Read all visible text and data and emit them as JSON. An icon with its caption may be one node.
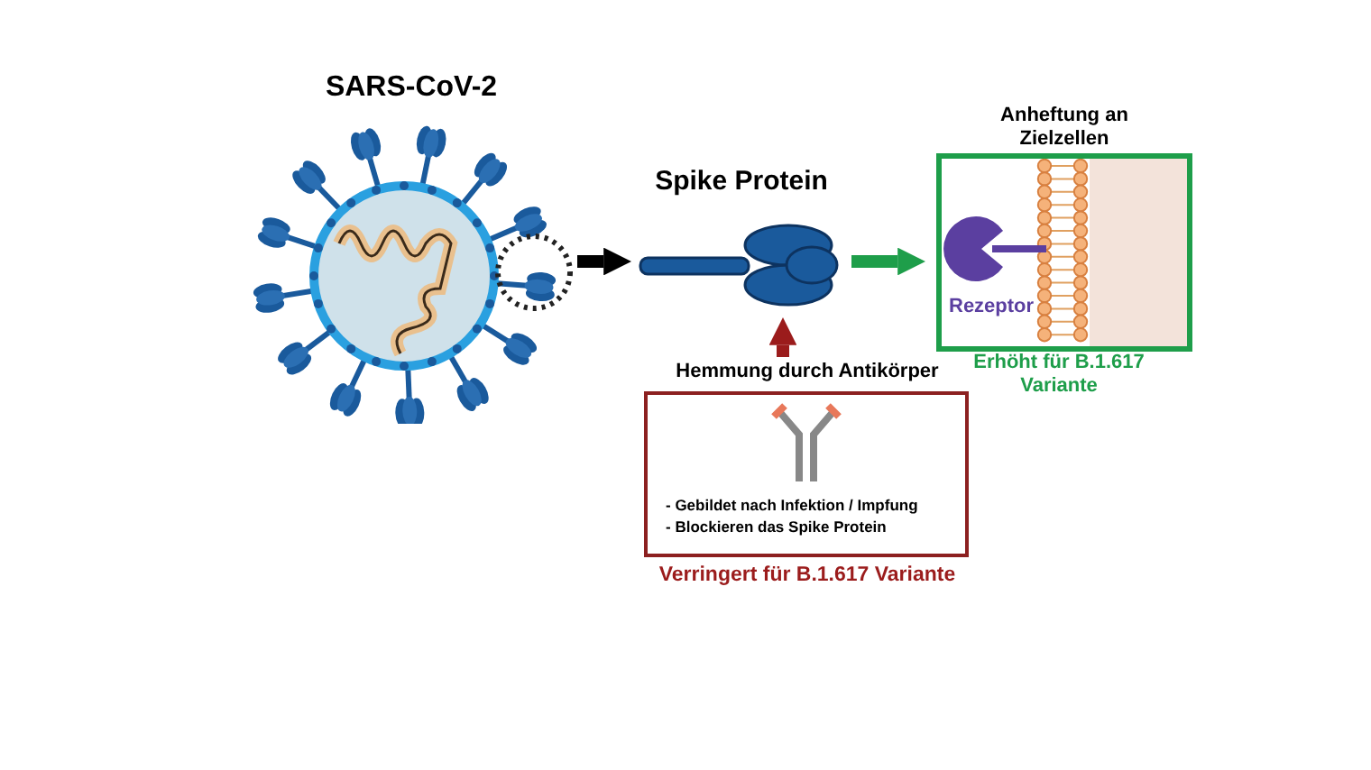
{
  "diagram": {
    "nodes": [
      {
        "text": [
          "SARS-CoV-2"
        ]
      },
      {
        "text": [
          "Spike Protein"
        ]
      },
      {
        "text": [
          "Anheftung an Zielzellen",
          "Rezeptor"
        ],
        "beside": [
          "Erhöht für B.1.617 Variante"
        ]
      },
      {
        "text": [
          "Hemmung durch Antikörper",
          "- Gebildet nach Infektion / Impfung",
          "- Blockieren das Spike Protein"
        ],
        "beside": [
          "Verringert für B.1.617 Variante"
        ]
      }
    ],
    "edges": [
      {
        "from": 0,
        "to": 1,
        "arrow": "to",
        "color": "#000000"
      },
      {
        "from": 1,
        "to": 2,
        "arrow": "to",
        "color": "#1e9e4a"
      },
      {
        "from": 3,
        "to": 1,
        "arrow": "to",
        "color": "#9b1c1c"
      }
    ]
  }
}
